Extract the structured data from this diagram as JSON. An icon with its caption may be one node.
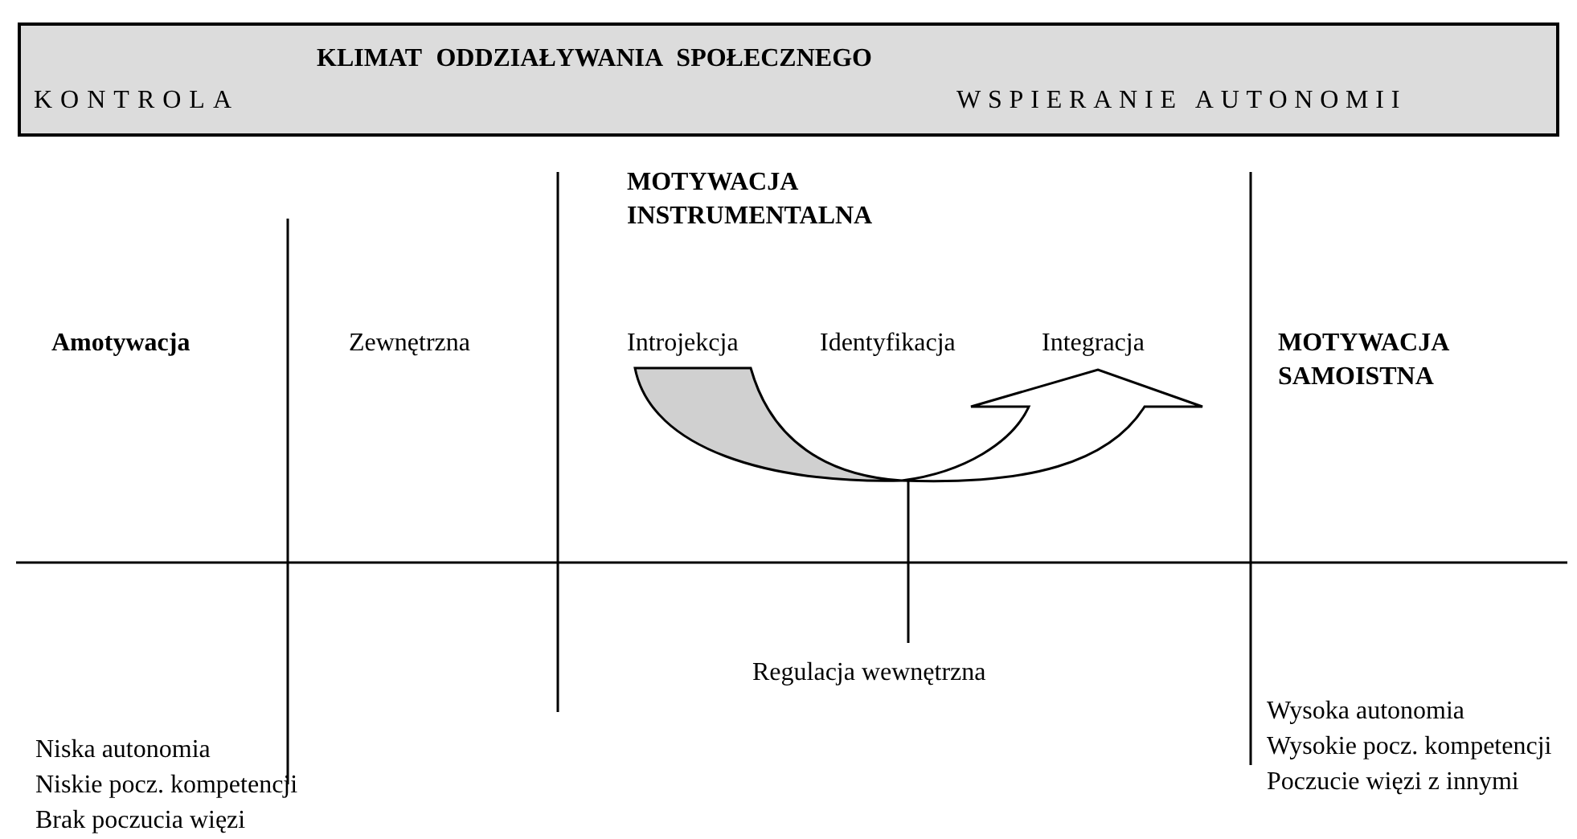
{
  "diagram": {
    "nodes": [
      {
        "text": [
          "KLIMAT ODDZIAŁYWANIA SPOŁECZNEGO",
          "KONTROLA",
          "WSPIERANIE AUTONOMII"
        ]
      }
    ],
    "labels": [
      "MOTYWACJA INSTRUMENTALNA",
      "Amotywacja",
      "Zewnętrzna",
      "Introjekcja",
      "Identyfikacja",
      "Integracja",
      "MOTYWACJA SAMOISTNA",
      "Regulacja wewnętrzna",
      "Wysoka autonomia",
      "Wysokie pocz. kompetencji",
      "Poczucie więzi z innymi",
      "Niska autonomia",
      "Niskie pocz. kompetencji",
      "Brak poczucia więzi"
    ]
  }
}
